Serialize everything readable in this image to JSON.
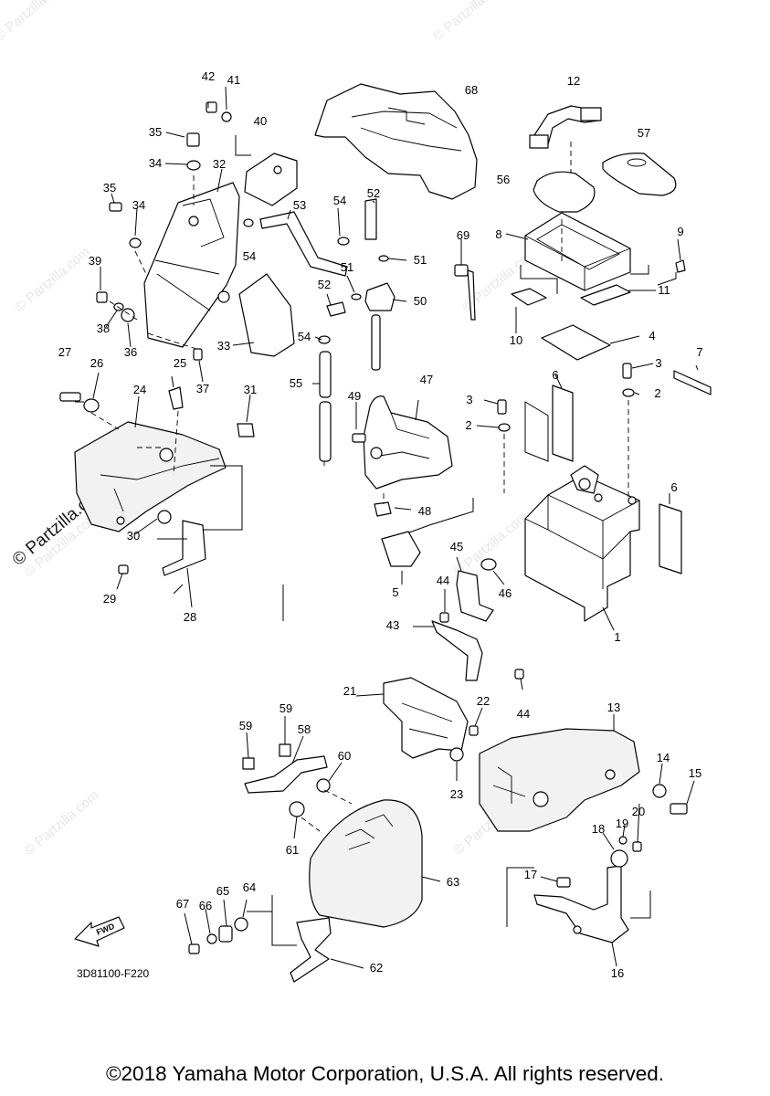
{
  "watermark": {
    "text": "© Partzilla.com",
    "main_text": "© Partzilla.com"
  },
  "diagram_code": "3D81100-F220",
  "fwd_label": "FWD",
  "copyright": "©2018 Yamaha Motor Corporation, U.S.A. All rights reserved.",
  "callouts": {
    "c1": "1",
    "c2a": "2",
    "c2b": "2",
    "c3a": "3",
    "c3b": "3",
    "c4": "4",
    "c5": "5",
    "c6a": "6",
    "c6b": "6",
    "c7": "7",
    "c8": "8",
    "c9": "9",
    "c10": "10",
    "c11": "11",
    "c12": "12",
    "c13": "13",
    "c14": "14",
    "c15": "15",
    "c16": "16",
    "c17": "17",
    "c18": "18",
    "c19": "19",
    "c20": "20",
    "c21": "21",
    "c22": "22",
    "c23": "23",
    "c24": "24",
    "c25": "25",
    "c26": "26",
    "c27": "27",
    "c28": "28",
    "c29": "29",
    "c30": "30",
    "c31": "31",
    "c32": "32",
    "c33": "33",
    "c34a": "34",
    "c34b": "34",
    "c35a": "35",
    "c35b": "35",
    "c36": "36",
    "c37": "37",
    "c38": "38",
    "c39": "39",
    "c40": "40",
    "c41": "41",
    "c42": "42",
    "c43": "43",
    "c44a": "44",
    "c44b": "44",
    "c45": "45",
    "c46": "46",
    "c47": "47",
    "c48": "48",
    "c49": "49",
    "c50": "50",
    "c51a": "51",
    "c51b": "51",
    "c52a": "52",
    "c52b": "52",
    "c53": "53",
    "c54a": "54",
    "c54b": "54",
    "c54c": "54",
    "c55": "55",
    "c56": "56",
    "c57": "57",
    "c58": "58",
    "c59a": "59",
    "c59b": "59",
    "c60": "60",
    "c61": "61",
    "c62": "62",
    "c63": "63",
    "c64": "64",
    "c65": "65",
    "c66": "66",
    "c67": "67",
    "c68": "68",
    "c69": "69"
  }
}
